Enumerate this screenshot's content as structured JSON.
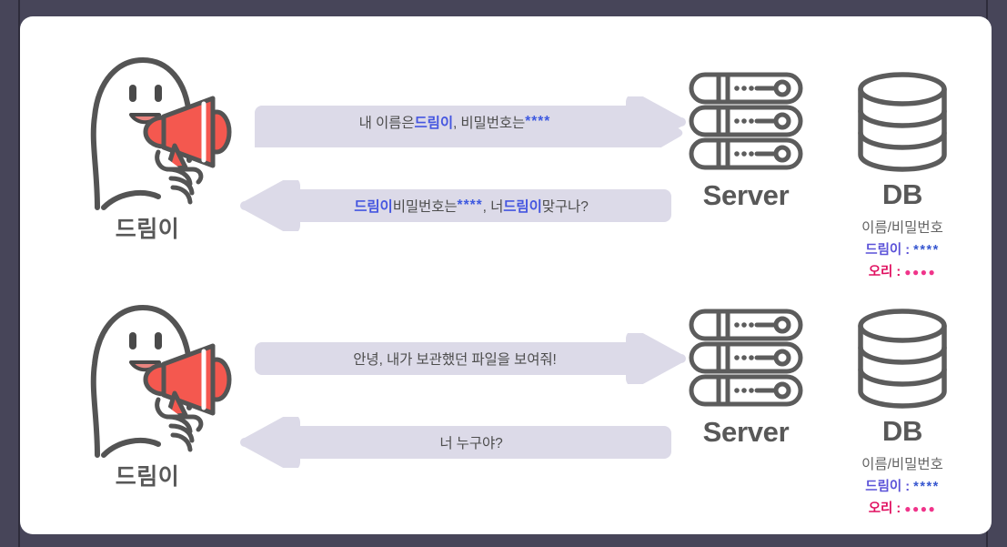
{
  "frame": {
    "background_color": "#474559",
    "card_color": "#ffffff"
  },
  "colors": {
    "arrow_fill": "#dcdae8",
    "text_dark": "#4d4d4d",
    "icon_gray": "#585858",
    "highlight_blue": "#4556e0",
    "cred_user_blue": "#5b52d8",
    "cred_pass_blue": "#3757d0",
    "cred_user_pink": "#e01060",
    "cred_pass_pink": "#f0348a",
    "megaphone_red": "#f4584f"
  },
  "rows": [
    {
      "character": {
        "name": "드림이",
        "icon": "ghost-character-with-megaphone-icon"
      },
      "arrow_request": {
        "direction": "right",
        "icon": "arrow-right-icon",
        "segments": [
          {
            "text": "내 이름은 ",
            "style": "plain"
          },
          {
            "text": "드림이",
            "style": "blue"
          },
          {
            "text": ", 비밀번호는 ",
            "style": "plain"
          },
          {
            "text": "****",
            "style": "stars"
          }
        ],
        "plain_text": "내 이름은 드림이, 비밀번호는 ****"
      },
      "arrow_response": {
        "direction": "left",
        "icon": "arrow-left-icon",
        "segments": [
          {
            "text": "드림이",
            "style": "blue"
          },
          {
            "text": " 비밀번호는 ",
            "style": "plain"
          },
          {
            "text": "****",
            "style": "stars"
          },
          {
            "text": ", 너 ",
            "style": "plain"
          },
          {
            "text": "드림이",
            "style": "blue"
          },
          {
            "text": " 맞구나?",
            "style": "plain"
          }
        ],
        "plain_text": "드림이 비밀번호는 ****, 너 드림이 맞구나?"
      },
      "server": {
        "label": "Server",
        "icon": "server-rack-icon"
      },
      "database": {
        "label": "DB",
        "icon": "database-cylinder-icon",
        "subtitle": "이름/비밀번호",
        "credentials": [
          {
            "user": "드림이",
            "separator": " : ",
            "password": "****",
            "user_color": "#5b52d8",
            "password_color": "#3757d0",
            "password_glyph": "asterisk"
          },
          {
            "user": "오리",
            "separator": " : ",
            "password": "●●●●",
            "user_color": "#e01060",
            "password_color": "#f0348a",
            "password_glyph": "dot"
          }
        ]
      }
    },
    {
      "character": {
        "name": "드림이",
        "icon": "ghost-character-with-megaphone-icon"
      },
      "arrow_request": {
        "direction": "right",
        "icon": "arrow-right-icon",
        "segments": [
          {
            "text": "안녕, 내가 보관했던 파일을 보여줘!",
            "style": "plain"
          }
        ],
        "plain_text": "안녕, 내가 보관했던 파일을 보여줘!"
      },
      "arrow_response": {
        "direction": "left",
        "icon": "arrow-left-icon",
        "segments": [
          {
            "text": "너 누구야?",
            "style": "plain"
          }
        ],
        "plain_text": "너 누구야?"
      },
      "server": {
        "label": "Server",
        "icon": "server-rack-icon"
      },
      "database": {
        "label": "DB",
        "icon": "database-cylinder-icon",
        "subtitle": "이름/비밀번호",
        "credentials": [
          {
            "user": "드림이",
            "separator": " : ",
            "password": "****",
            "user_color": "#5b52d8",
            "password_color": "#3757d0",
            "password_glyph": "asterisk"
          },
          {
            "user": "오리",
            "separator": " : ",
            "password": "●●●●",
            "user_color": "#e01060",
            "password_color": "#f0348a",
            "password_glyph": "dot"
          }
        ]
      }
    }
  ]
}
